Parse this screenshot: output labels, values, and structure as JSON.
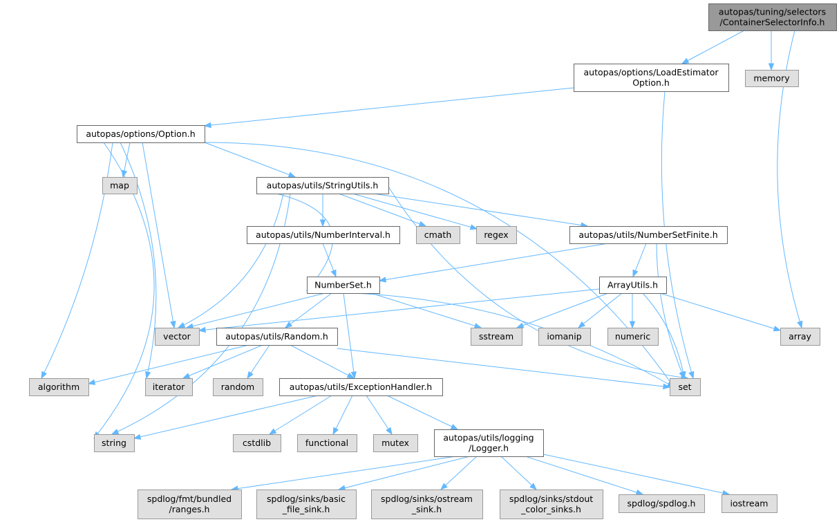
{
  "colors": {
    "root_fill": "#999999",
    "internal_fill": "#ffffff",
    "external_fill": "#e0e0e0",
    "border_dark": "#666666",
    "border_light": "#999999",
    "edge": "#63b8ff"
  },
  "nodes": [
    {
      "id": "root",
      "kind": "root",
      "lines": [
        "autopas/tuning/selectors",
        "/ContainerSelectorInfo.h"
      ]
    },
    {
      "id": "loadest",
      "kind": "internal",
      "lines": [
        "autopas/options/LoadEstimator",
        "Option.h"
      ]
    },
    {
      "id": "memory",
      "kind": "external",
      "lines": [
        "memory"
      ]
    },
    {
      "id": "option",
      "kind": "internal",
      "lines": [
        "autopas/options/Option.h"
      ]
    },
    {
      "id": "map",
      "kind": "external",
      "lines": [
        "map"
      ]
    },
    {
      "id": "stringutils",
      "kind": "internal",
      "lines": [
        "autopas/utils/StringUtils.h"
      ]
    },
    {
      "id": "numberinterval",
      "kind": "internal",
      "lines": [
        "autopas/utils/NumberInterval.h"
      ]
    },
    {
      "id": "cmath",
      "kind": "external",
      "lines": [
        "cmath"
      ]
    },
    {
      "id": "regex",
      "kind": "external",
      "lines": [
        "regex"
      ]
    },
    {
      "id": "numbersetfinite",
      "kind": "internal",
      "lines": [
        "autopas/utils/NumberSetFinite.h"
      ]
    },
    {
      "id": "numberset",
      "kind": "internal",
      "lines": [
        "NumberSet.h"
      ]
    },
    {
      "id": "arrayutils",
      "kind": "internal",
      "lines": [
        "ArrayUtils.h"
      ]
    },
    {
      "id": "vector",
      "kind": "external",
      "lines": [
        "vector"
      ]
    },
    {
      "id": "random_h",
      "kind": "internal",
      "lines": [
        "autopas/utils/Random.h"
      ]
    },
    {
      "id": "sstream",
      "kind": "external",
      "lines": [
        "sstream"
      ]
    },
    {
      "id": "iomanip",
      "kind": "external",
      "lines": [
        "iomanip"
      ]
    },
    {
      "id": "numeric",
      "kind": "external",
      "lines": [
        "numeric"
      ]
    },
    {
      "id": "array",
      "kind": "external",
      "lines": [
        "array"
      ]
    },
    {
      "id": "algorithm",
      "kind": "external",
      "lines": [
        "algorithm"
      ]
    },
    {
      "id": "iterator",
      "kind": "external",
      "lines": [
        "iterator"
      ]
    },
    {
      "id": "random",
      "kind": "external",
      "lines": [
        "random"
      ]
    },
    {
      "id": "exceptionhandler",
      "kind": "internal",
      "lines": [
        "autopas/utils/ExceptionHandler.h"
      ]
    },
    {
      "id": "set",
      "kind": "external",
      "lines": [
        "set"
      ]
    },
    {
      "id": "string",
      "kind": "external",
      "lines": [
        "string"
      ]
    },
    {
      "id": "cstdlib",
      "kind": "external",
      "lines": [
        "cstdlib"
      ]
    },
    {
      "id": "functional",
      "kind": "external",
      "lines": [
        "functional"
      ]
    },
    {
      "id": "mutex",
      "kind": "external",
      "lines": [
        "mutex"
      ]
    },
    {
      "id": "logger",
      "kind": "internal",
      "lines": [
        "autopas/utils/logging",
        "/Logger.h"
      ]
    },
    {
      "id": "ranges",
      "kind": "external",
      "lines": [
        "spdlog/fmt/bundled",
        "/ranges.h"
      ]
    },
    {
      "id": "basicfile",
      "kind": "external",
      "lines": [
        "spdlog/sinks/basic",
        "_file_sink.h"
      ]
    },
    {
      "id": "ostream",
      "kind": "external",
      "lines": [
        "spdlog/sinks/ostream",
        "_sink.h"
      ]
    },
    {
      "id": "stdoutcolor",
      "kind": "external",
      "lines": [
        "spdlog/sinks/stdout",
        "_color_sinks.h"
      ]
    },
    {
      "id": "spdlog",
      "kind": "external",
      "lines": [
        "spdlog/spdlog.h"
      ]
    },
    {
      "id": "iostream",
      "kind": "external",
      "lines": [
        "iostream"
      ]
    }
  ],
  "edges": [
    [
      "root",
      "loadest"
    ],
    [
      "root",
      "memory"
    ],
    [
      "root",
      "array"
    ],
    [
      "loadest",
      "option"
    ],
    [
      "loadest",
      "set"
    ],
    [
      "option",
      "algorithm"
    ],
    [
      "option",
      "string"
    ],
    [
      "option",
      "iterator"
    ],
    [
      "option",
      "map"
    ],
    [
      "option",
      "vector"
    ],
    [
      "option",
      "stringutils"
    ],
    [
      "option",
      "set"
    ],
    [
      "stringutils",
      "string"
    ],
    [
      "stringutils",
      "vector"
    ],
    [
      "stringutils",
      "numberset"
    ],
    [
      "stringutils",
      "numberinterval"
    ],
    [
      "stringutils",
      "cmath"
    ],
    [
      "stringutils",
      "regex"
    ],
    [
      "stringutils",
      "numbersetfinite"
    ],
    [
      "stringutils",
      "set"
    ],
    [
      "numberinterval",
      "numberset"
    ],
    [
      "numbersetfinite",
      "numberset"
    ],
    [
      "numbersetfinite",
      "arrayutils"
    ],
    [
      "numbersetfinite",
      "set"
    ],
    [
      "numberset",
      "vector"
    ],
    [
      "numberset",
      "random_h"
    ],
    [
      "numberset",
      "exceptionhandler"
    ],
    [
      "numberset",
      "sstream"
    ],
    [
      "numberset",
      "set"
    ],
    [
      "arrayutils",
      "vector"
    ],
    [
      "arrayutils",
      "sstream"
    ],
    [
      "arrayutils",
      "iomanip"
    ],
    [
      "arrayutils",
      "numeric"
    ],
    [
      "arrayutils",
      "array"
    ],
    [
      "arrayutils",
      "set"
    ],
    [
      "random_h",
      "algorithm"
    ],
    [
      "random_h",
      "iterator"
    ],
    [
      "random_h",
      "random"
    ],
    [
      "random_h",
      "exceptionhandler"
    ],
    [
      "random_h",
      "set"
    ],
    [
      "exceptionhandler",
      "string"
    ],
    [
      "exceptionhandler",
      "cstdlib"
    ],
    [
      "exceptionhandler",
      "functional"
    ],
    [
      "exceptionhandler",
      "mutex"
    ],
    [
      "exceptionhandler",
      "logger"
    ],
    [
      "logger",
      "ranges"
    ],
    [
      "logger",
      "basicfile"
    ],
    [
      "logger",
      "ostream"
    ],
    [
      "logger",
      "stdoutcolor"
    ],
    [
      "logger",
      "spdlog"
    ],
    [
      "logger",
      "iostream"
    ]
  ]
}
